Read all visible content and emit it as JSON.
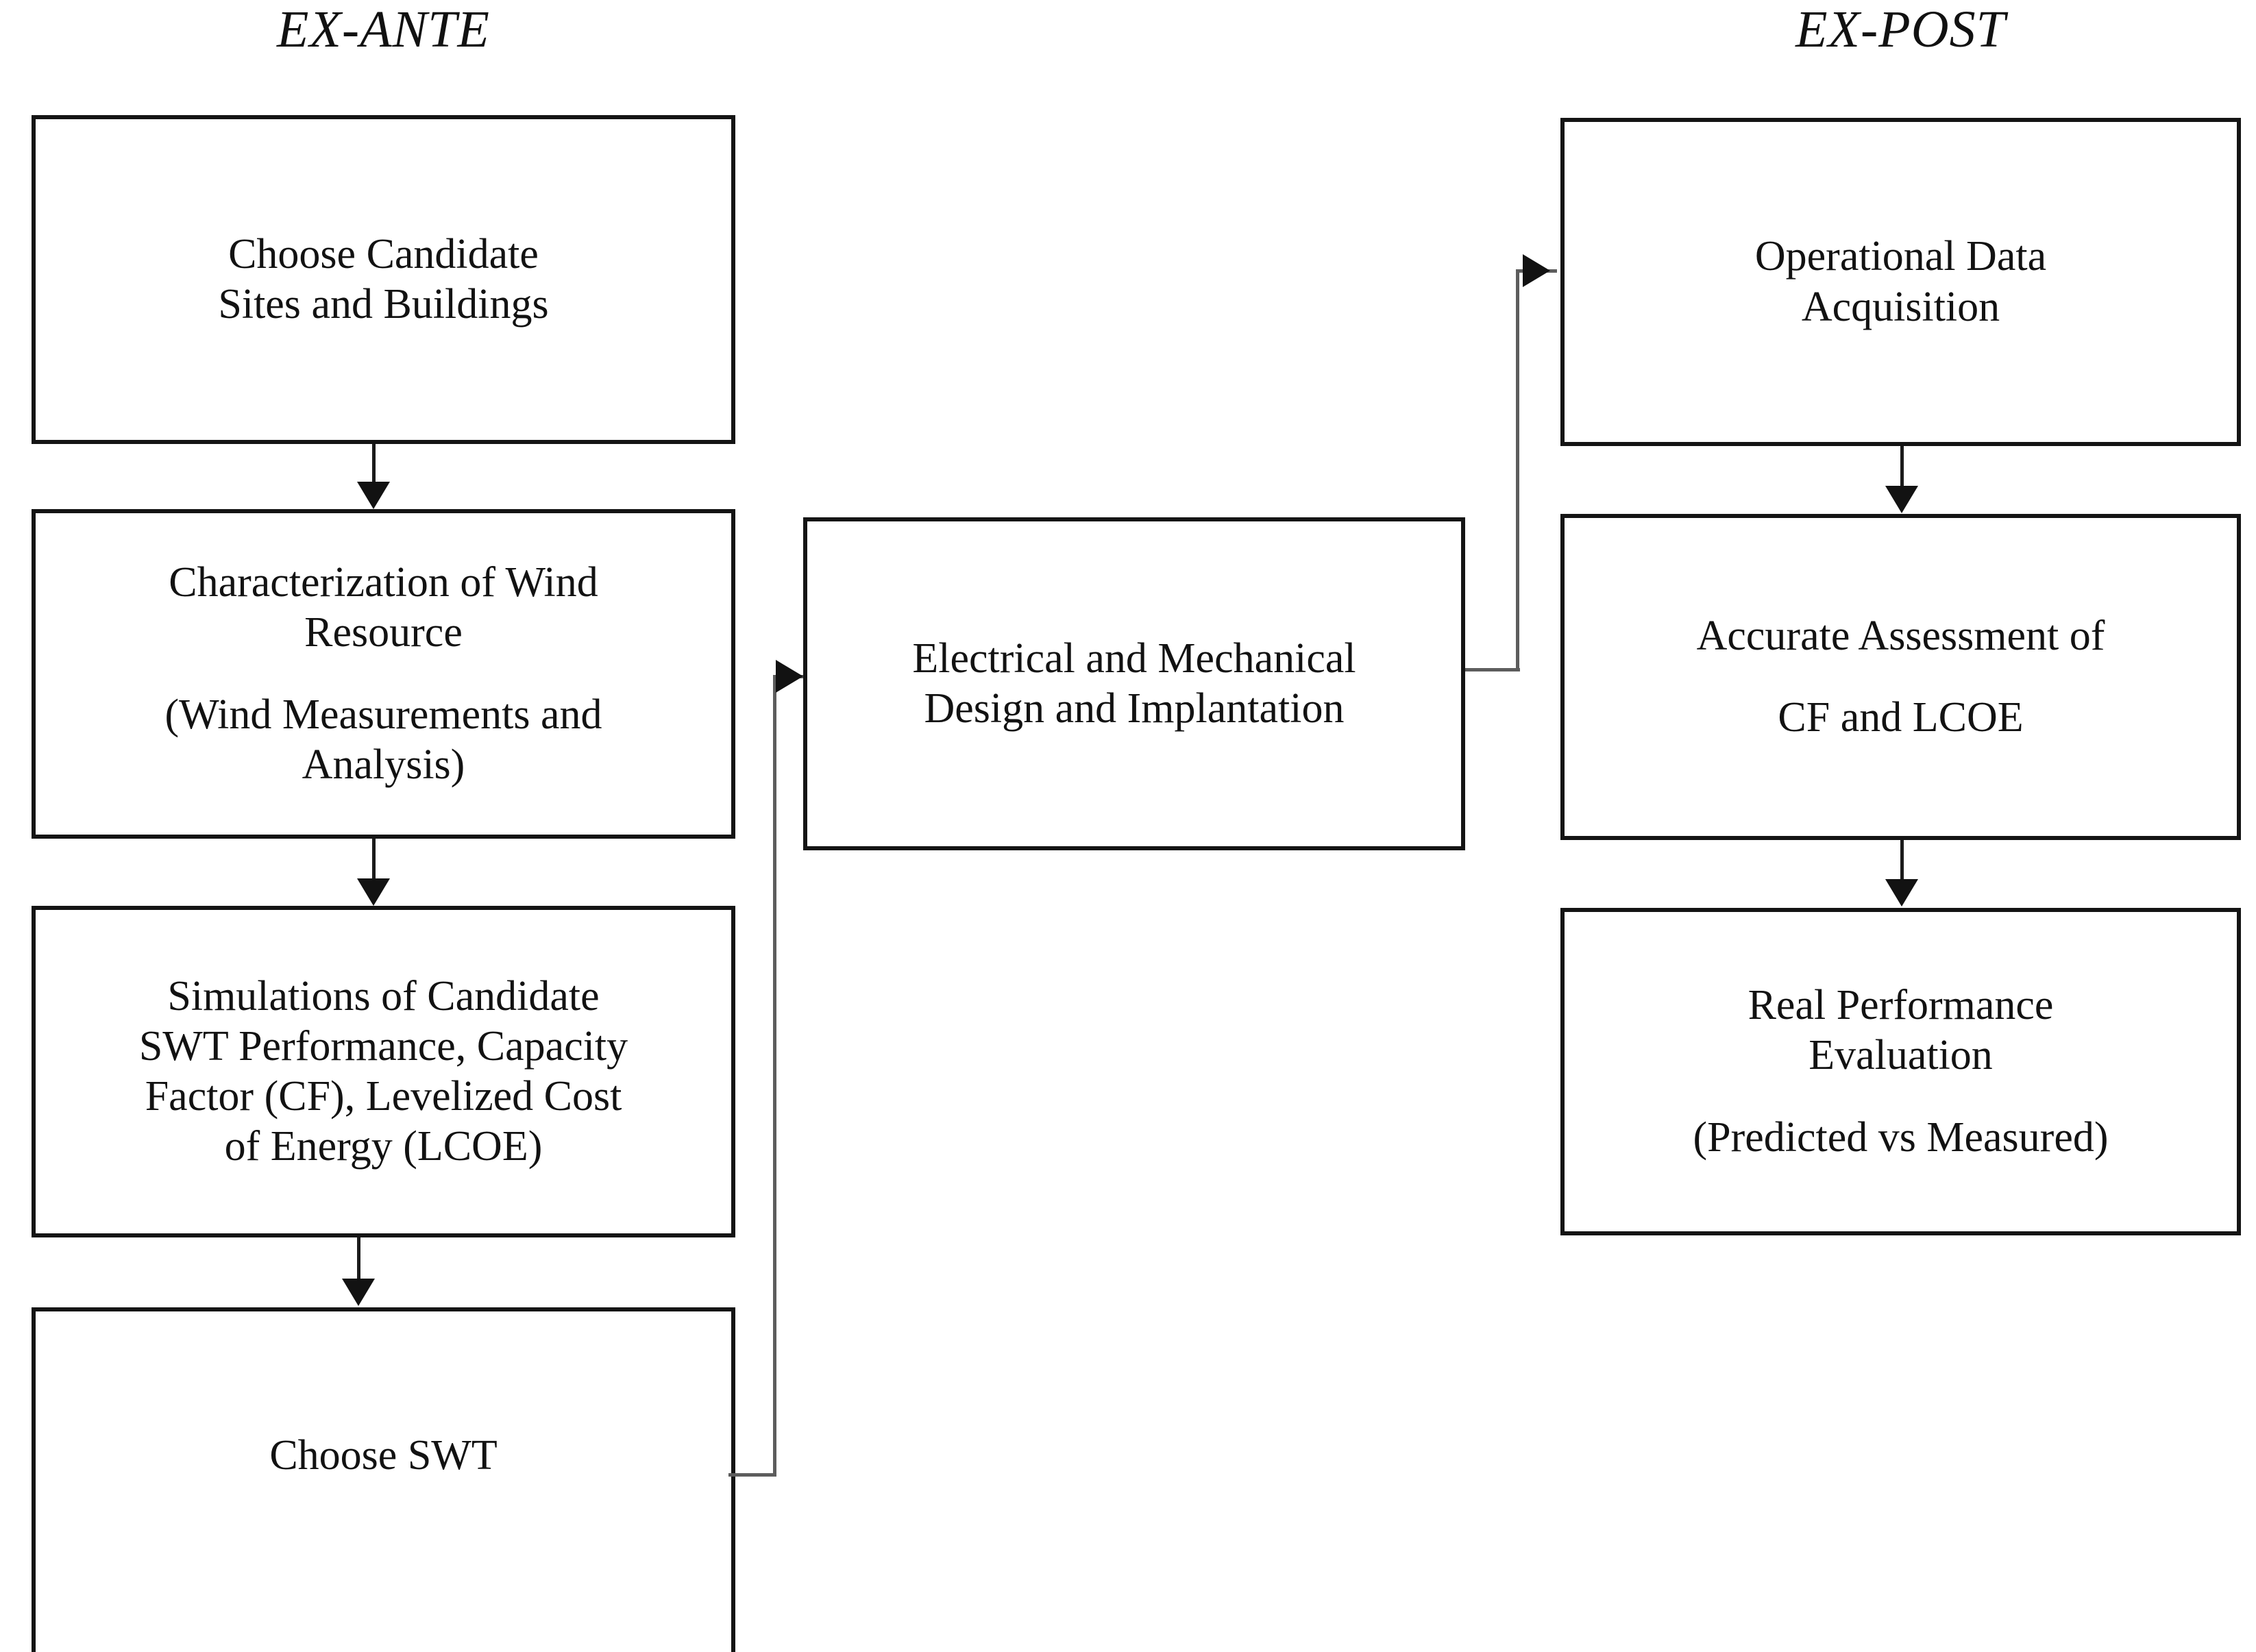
{
  "diagram": {
    "type": "flowchart",
    "columns": [
      {
        "id": "ex-ante",
        "title": "EX-ANTE"
      },
      {
        "id": "ex-post",
        "title": "EX-POST"
      }
    ],
    "nodes": [
      {
        "id": "choose-candidate-sites",
        "column": "ex-ante",
        "line1": "Choose Candidate",
        "line2": "Sites and Buildings",
        "line3": "",
        "line4": ""
      },
      {
        "id": "characterization-wind-resource",
        "column": "ex-ante",
        "line1": "Characterization of Wind",
        "line2": "Resource",
        "line3": "(Wind Measurements and",
        "line4": "Analysis)"
      },
      {
        "id": "simulations-candidate-swt",
        "column": "ex-ante",
        "line1": "Simulations of Candidate",
        "line2": "SWT Performance, Capacity",
        "line3": "Factor (CF), Levelized Cost",
        "line4": "of Energy (LCOE)"
      },
      {
        "id": "choose-swt",
        "column": "ex-ante",
        "line1": "Choose SWT",
        "line2": "",
        "line3": "",
        "line4": ""
      },
      {
        "id": "electrical-mechanical-design",
        "column": "middle",
        "line1": "Electrical and Mechanical",
        "line2": "Design and Implantation",
        "line3": "",
        "line4": ""
      },
      {
        "id": "operational-data-acquisition",
        "column": "ex-post",
        "line1": "Operational Data",
        "line2": "Acquisition",
        "line3": "",
        "line4": ""
      },
      {
        "id": "accurate-assessment-cf-lcoe",
        "column": "ex-post",
        "line1": "Accurate Assessment of",
        "line2": "CF and LCOE",
        "line3": "",
        "line4": ""
      },
      {
        "id": "real-performance-evaluation",
        "column": "ex-post",
        "line1": "Real Performance",
        "line2": "Evaluation",
        "line3": "(Predicted vs Measured)",
        "line4": ""
      }
    ],
    "edges": [
      {
        "id": "e1",
        "from": "choose-candidate-sites",
        "to": "characterization-wind-resource",
        "style": "straight-down"
      },
      {
        "id": "e2",
        "from": "characterization-wind-resource",
        "to": "simulations-candidate-swt",
        "style": "straight-down"
      },
      {
        "id": "e3",
        "from": "simulations-candidate-swt",
        "to": "choose-swt",
        "style": "straight-down"
      },
      {
        "id": "e4",
        "from": "choose-swt",
        "to": "electrical-mechanical-design",
        "style": "elbow-right-up-right"
      },
      {
        "id": "e5",
        "from": "electrical-mechanical-design",
        "to": "operational-data-acquisition",
        "style": "elbow-right-up-right"
      },
      {
        "id": "e6",
        "from": "operational-data-acquisition",
        "to": "accurate-assessment-cf-lcoe",
        "style": "straight-down"
      },
      {
        "id": "e7",
        "from": "accurate-assessment-cf-lcoe",
        "to": "real-performance-evaluation",
        "style": "straight-down"
      }
    ],
    "colors": {
      "background": "#ffffff",
      "box_border": "#141414",
      "text": "#121212",
      "connector": "#1b1b1b"
    }
  }
}
